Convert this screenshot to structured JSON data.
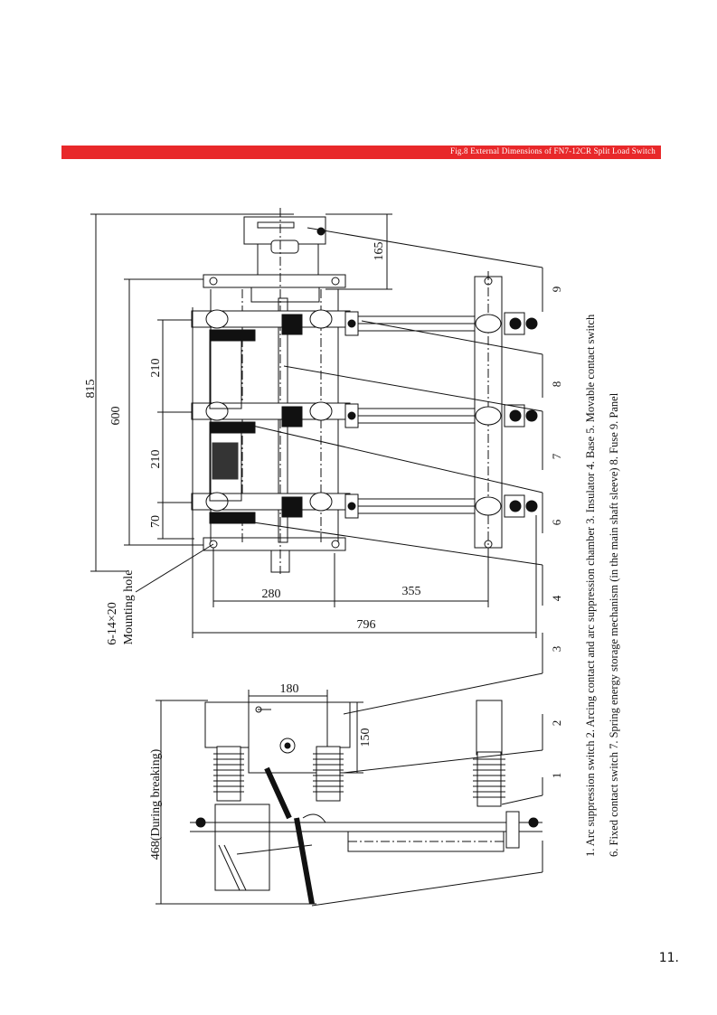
{
  "header": {
    "title": "Fig.8 External Dimensions of FN7-12CR Split Load Switch"
  },
  "colors": {
    "banner": "#e8282a",
    "line": "#111111"
  },
  "dimensions": {
    "d815": "815",
    "d600": "600",
    "d210a": "210",
    "d210b": "210",
    "d70": "70",
    "d165": "165",
    "d280": "280",
    "d355": "355",
    "d796": "796",
    "d180": "180",
    "d150": "150",
    "d468": "468(During breaking)"
  },
  "labels": {
    "mounting_spec": "6-14×20",
    "mounting": "Mounting hole"
  },
  "callouts": [
    "9",
    "8",
    "7",
    "6",
    "4",
    "3",
    "2",
    "1"
  ],
  "legend": {
    "line1": "1. Arc suppression switch 2. Arcing contact and arc suppression chamber 3. Insulator 4. Base 5. Movable contact switch",
    "line2": "6. Fixed contact switch 7. Spring energy storage mechanism (in the main shaft sleeve) 8. Fuse 9. Panel"
  },
  "footer": {
    "page": "11."
  }
}
